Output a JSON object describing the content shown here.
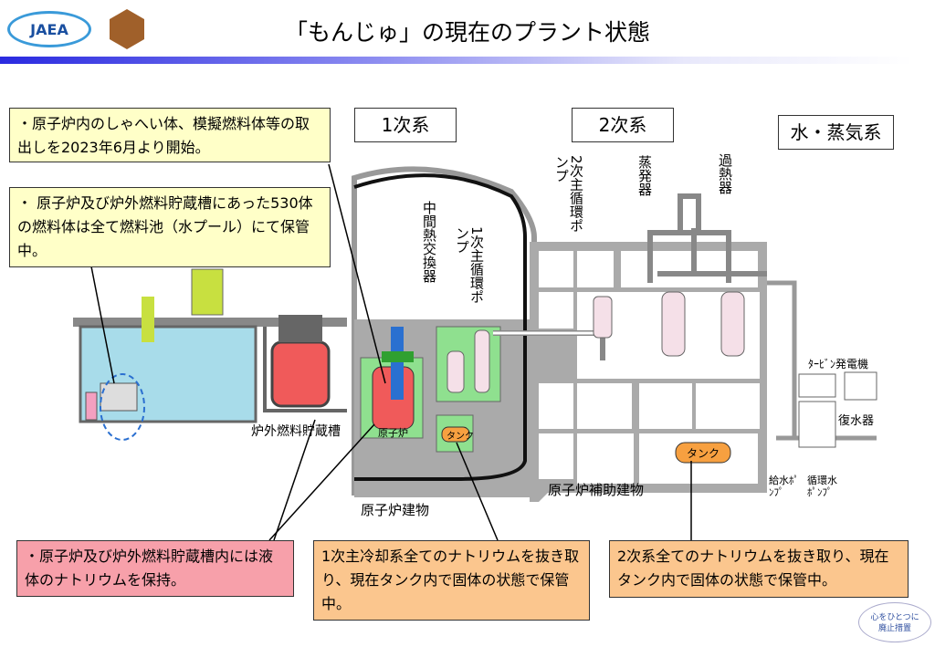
{
  "header": {
    "title": "「もんじゅ」の現在のプラント状態",
    "logo_text": "JAEA"
  },
  "notes": {
    "removal": "・原子炉内のしゃへい体、模擬燃料体等の取出しを2023年6月より開始。",
    "fuel": "・ 原子炉及び炉外燃料貯蔵槽にあった530体の燃料体は全て燃料池（水プール）にて保管中。",
    "sodium_liquid": "・原子炉及び炉外燃料貯蔵槽内には液体のナトリウムを保持。",
    "primary_tank": "1次主冷却系全てのナトリウムを抜き取り、現在タンク内で固体の状態で保管中。",
    "secondary_tank": "2次系全てのナトリウムを抜き取り、現在タンク内で固体の状態で保管中。"
  },
  "systems": {
    "primary": "1次系",
    "secondary": "2次系",
    "water_steam": "水・蒸気系"
  },
  "labels": {
    "exvessel_storage": "炉外燃料貯蔵槽",
    "reactor_building": "原子炉建物",
    "aux_building": "原子炉補助建物",
    "reactor": "原子炉",
    "tank_small": "タンク",
    "tank_large": "タンク",
    "ihx": "中間熱交換器",
    "primary_pump": "1次主循環ポンプ",
    "secondary_pump": "2次主循環ポンプ",
    "evaporator": "蒸発器",
    "superheater": "過熱器",
    "turbine": "ﾀｰﾋﾞﾝ発電機",
    "condenser": "復水器",
    "feed_pump": "給水ﾎﾟﾝﾌﾟ",
    "circ_pump": "循環水ﾎﾟﾝﾌﾟ"
  },
  "badge": {
    "text": "心をひとつに 廃止措置"
  },
  "colors": {
    "note_yellow": "#ffffc8",
    "note_pink": "#f7a0aa",
    "note_orange": "#fbc68e",
    "reactor_red": "#f05a5a",
    "zone_green": "#8fe08f",
    "pool_blue": "#a8dcea",
    "tank_orange": "#f7a040"
  }
}
